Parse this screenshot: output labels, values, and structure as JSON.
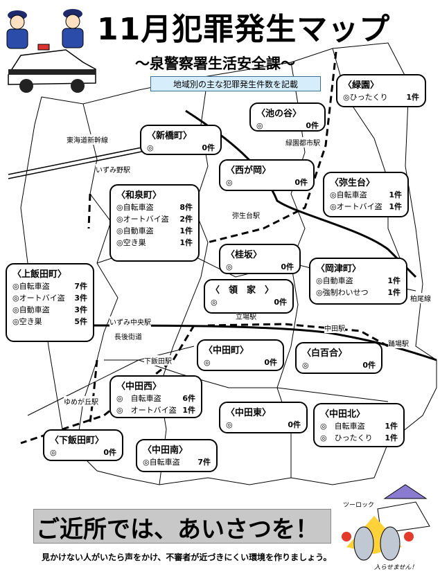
{
  "header": {
    "title": "11月犯罪発生マップ",
    "subtitle": "～泉警察署生活安全課～",
    "note": "地域別の主な犯罪発生件数を記載"
  },
  "areas": {
    "midorizono": {
      "name": "〈緑園〉",
      "rows": [
        {
          "label": "◎ひったくり",
          "count": "1件"
        }
      ]
    },
    "ikenotani": {
      "name": "〈池の谷〉",
      "rows": [
        {
          "label": "◎",
          "count": "0件"
        }
      ]
    },
    "shinbashi": {
      "name": "〈新橋町〉",
      "rows": [
        {
          "label": "◎",
          "count": "0件"
        }
      ]
    },
    "nishigaoka": {
      "name": "〈西が岡〉",
      "rows": [
        {
          "label": "◎",
          "count": "0件"
        }
      ]
    },
    "yayoidai": {
      "name": "〈弥生台〉",
      "rows": [
        {
          "label": "◎自転車盗",
          "count": "1件"
        },
        {
          "label": "◎オートバイ盗",
          "count": "1件"
        }
      ]
    },
    "izumi": {
      "name": "〈和泉町〉",
      "rows": [
        {
          "label": "◎自転車盗",
          "count": "8件"
        },
        {
          "label": "◎オートバイ盗",
          "count": "2件"
        },
        {
          "label": "◎自動車盗",
          "count": "1件"
        },
        {
          "label": "◎空き巣",
          "count": "1件"
        }
      ]
    },
    "katsurazaka": {
      "name": "〈桂坂〉",
      "rows": [
        {
          "label": "◎",
          "count": "0件"
        }
      ]
    },
    "kamiiida": {
      "name": "〈上飯田町〉",
      "rows": [
        {
          "label": "◎自転車盗",
          "count": "7件"
        },
        {
          "label": "◎オートバイ盗",
          "count": "3件"
        },
        {
          "label": "◎自動車盗",
          "count": "3件"
        },
        {
          "label": "◎空き巣",
          "count": "5件"
        }
      ]
    },
    "ryoke": {
      "name": "〈　領　家　〉",
      "rows": [
        {
          "label": "◎",
          "count": "0件"
        }
      ]
    },
    "okazu": {
      "name": "〈岡津町〉",
      "rows": [
        {
          "label": "◎自動車盗",
          "count": "1件"
        },
        {
          "label": "◎強制わいせつ",
          "count": "1件"
        }
      ]
    },
    "nakata": {
      "name": "〈中田町〉",
      "rows": [
        {
          "label": "◎",
          "count": "0件"
        }
      ]
    },
    "shirayuri": {
      "name": "〈白百合〉",
      "rows": [
        {
          "label": "◎",
          "count": "0件"
        }
      ]
    },
    "nakatanishi": {
      "name": "〈中田西〉",
      "rows": [
        {
          "label": "◎　自転車盗",
          "count": "6件"
        },
        {
          "label": "◎　オートバイ盗",
          "count": "1件"
        }
      ]
    },
    "nakatahigashi": {
      "name": "〈中田東〉",
      "rows": [
        {
          "label": "◎",
          "count": "0件"
        }
      ]
    },
    "nakatakita": {
      "name": "〈中田北〉",
      "rows": [
        {
          "label": "◎　自転車盗",
          "count": "1件"
        },
        {
          "label": "◎　ひったくり",
          "count": "1件"
        }
      ]
    },
    "shimoiida": {
      "name": "〈下飯田町〉",
      "rows": [
        {
          "label": "◎",
          "count": "0件"
        }
      ]
    },
    "nakataminami": {
      "name": "〈中田南〉",
      "rows": [
        {
          "label": "◎自転車盗",
          "count": "7件"
        }
      ]
    }
  },
  "labels": {
    "tokaido": "東海道新幹線",
    "izumino": "いずみ野駅",
    "ryokuentoshi": "緑園都市駅",
    "yayoidai_st": "弥生台駅",
    "izumichuo": "いずみ中央駅",
    "nagagokaido": "長後街道",
    "tateba": "立場駅",
    "nakata_st": "中田駅",
    "odoriba": "踊場駅",
    "kashio": "柏尾線",
    "shimoiida_st": "下飯田駅",
    "yumegaoka": "ゆめが丘駅"
  },
  "footer": {
    "slogan": "ご近所では、あいさつを！",
    "message": "見かけない人がいたら声をかけ、不審者が近づきにくい環境を作りましょう。",
    "mascot_top": "ツーロック",
    "mascot_bottom": "入らせません！"
  }
}
